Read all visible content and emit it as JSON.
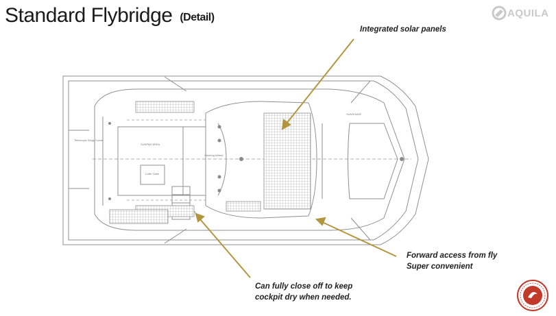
{
  "slide": {
    "title": "Standard Flybridge",
    "subtitle": "(Detail)",
    "brand": "AQUILA"
  },
  "callouts": {
    "solar": "Integrated solar panels",
    "forward_line1": "Forward access from fly",
    "forward_line2": "Super convenient",
    "cockpit_line1": "Can fully close off to keep",
    "cockpit_line2": "cockpit dry when needed."
  },
  "plan_labels": {
    "telescopic": "Telescopic Dingy Crane",
    "sunpad_area": "SUNPAD AREA",
    "sunshade": "SUNSHADE",
    "coffee_table": "Coffe Table",
    "steering": "Steering Wheel"
  },
  "colors": {
    "leader": "#b4953f",
    "drawing": "#8a8a8a",
    "seal": "#c0392b"
  },
  "icons": [
    "aquila-logo-icon",
    "confidential-seal-icon"
  ]
}
